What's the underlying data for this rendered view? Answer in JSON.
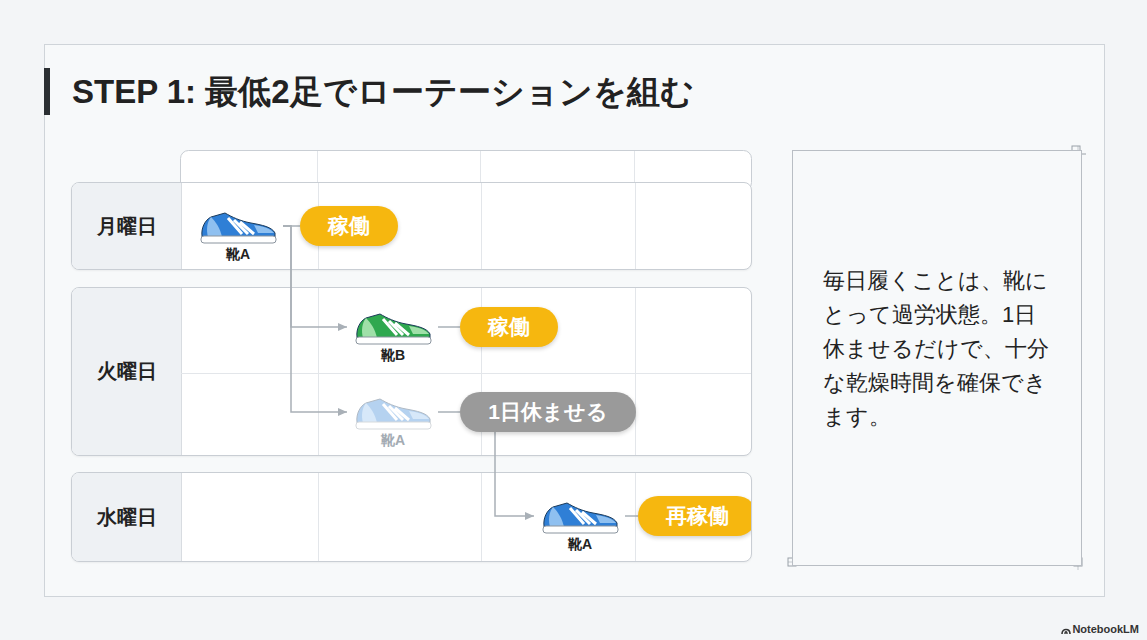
{
  "diagram": {
    "title": "STEP 1: 最低2足でローテーションを組む",
    "nodes": [
      {
        "text": [
          "月曜日"
        ]
      },
      {
        "text": [
          "靴A"
        ],
        "in": 0
      },
      {
        "text": [
          "稼働"
        ],
        "in": 0
      },
      {
        "text": [
          "火曜日"
        ]
      },
      {
        "text": [
          "靴B"
        ],
        "in": 3
      },
      {
        "text": [
          "稼働"
        ],
        "in": 3
      },
      {
        "text": [
          "靴A"
        ],
        "in": 3
      },
      {
        "text": [
          "1日休ませる"
        ],
        "in": 3
      },
      {
        "text": [
          "水曜日"
        ]
      },
      {
        "text": [
          "靴A"
        ],
        "in": 8
      },
      {
        "text": [
          "再稼働"
        ],
        "in": 8
      },
      {
        "text": [
          "毎日履くことは、靴にとって過労状態。1日休ませるだけで、十分な乾燥時間を確保できます。"
        ]
      }
    ],
    "edges": [
      {
        "from": 1,
        "to": 2,
        "arrow": "none"
      },
      {
        "from": 1,
        "to": 4,
        "arrow": "to"
      },
      {
        "from": 1,
        "to": 6,
        "arrow": "to"
      },
      {
        "from": 4,
        "to": 5,
        "arrow": "none"
      },
      {
        "from": 6,
        "to": 7,
        "arrow": "none"
      },
      {
        "from": 7,
        "to": 9,
        "arrow": "to"
      },
      {
        "from": 9,
        "to": 10,
        "arrow": "none"
      }
    ],
    "labels": [
      "NotebookLM"
    ]
  }
}
